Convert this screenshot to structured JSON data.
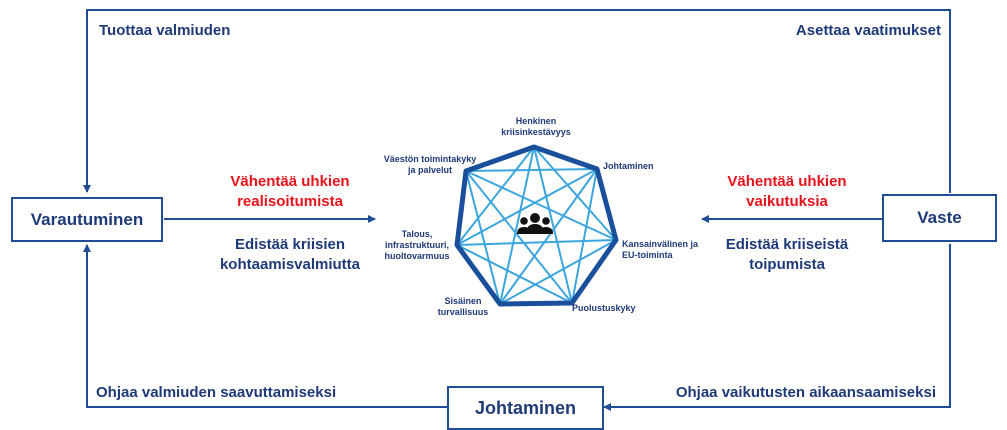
{
  "nodes": {
    "left": "Varautuminen",
    "right": "Vaste",
    "bottom": "Johtaminen"
  },
  "edges": {
    "top_left": "Tuottaa valmiuden",
    "top_right": "Asettaa vaatimukset",
    "bottom_left": "Ohjaa valmiuden saavuttamiseksi",
    "bottom_right": "Ohjaa vaikutusten aikaansaamiseksi"
  },
  "left_arrow": {
    "red_line1": "Vähentää uhkien",
    "red_line2": "realisoitumista",
    "blue_line1": "Edistää kriisien",
    "blue_line2": "kohtaamisvalmiutta"
  },
  "right_arrow": {
    "red_line1": "Vähentää uhkien",
    "red_line2": "vaikutuksia",
    "blue_line1": "Edistää kriiseistä",
    "blue_line2": "toipumista"
  },
  "heptagon": {
    "center_icon": "people-group-icon",
    "vertices": [
      {
        "line1": "Henkinen",
        "line2": "kriisinkestävyys"
      },
      {
        "line1": "Johtaminen",
        "line2": ""
      },
      {
        "line1": "Kansainvälinen ja",
        "line2": "EU-toiminta"
      },
      {
        "line1": "Puolustuskyky",
        "line2": ""
      },
      {
        "line1": "Sisäinen",
        "line2": "turvallisuus"
      },
      {
        "line1": "Talous,",
        "line2": "infrastruktuuri,",
        "line3": "huoltovarmuus"
      },
      {
        "line1": "Väestön toimintakyky",
        "line2": "ja palvelut"
      }
    ]
  },
  "colors": {
    "frame": "#1f4e96",
    "text": "#1f3a78",
    "red": "#e8121b",
    "heptagon_edge": "#1a4f9c",
    "heptagon_inner": "#3ba5dd"
  }
}
